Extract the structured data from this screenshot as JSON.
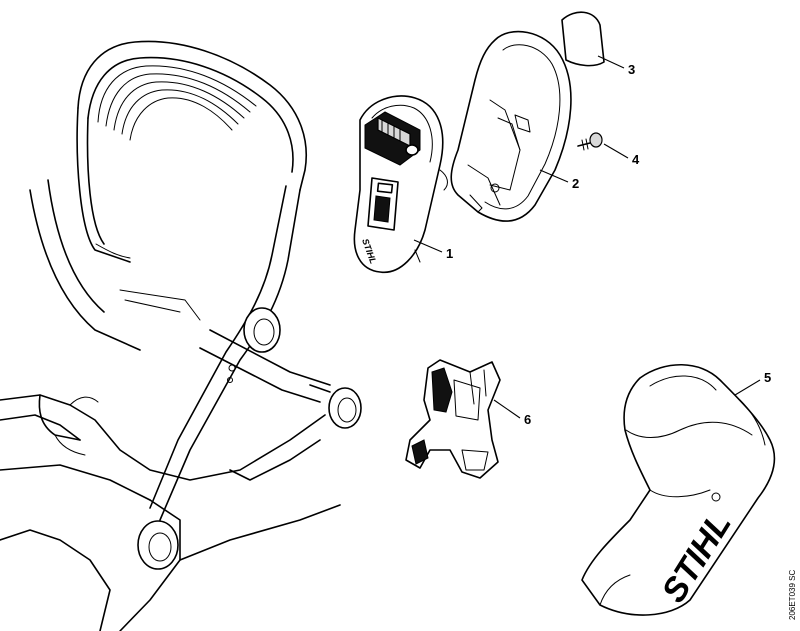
{
  "callouts": {
    "c1": "1",
    "c2": "2",
    "c3": "3",
    "c4": "4",
    "c5": "5",
    "c6": "6"
  },
  "brand": {
    "switch_logo": "STIHL",
    "cover_logo": "STIHL"
  },
  "drawing_code": "206ET039 SC"
}
